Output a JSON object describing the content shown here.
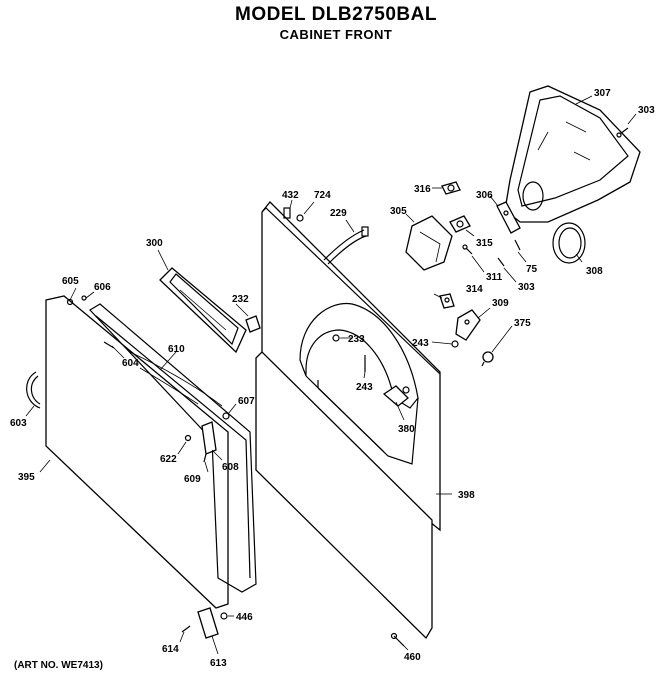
{
  "header": {
    "model": "MODEL DLB2750BAL",
    "subtitle": "CABINET FRONT"
  },
  "footer": {
    "art_no": "(ART NO. WE7413)"
  },
  "parts": {
    "p307": "307",
    "p303a": "303",
    "p316": "316",
    "p306": "306",
    "p305": "305",
    "p315": "315",
    "p75": "75",
    "p308": "308",
    "p311": "311",
    "p303b": "303",
    "p432": "432",
    "p724": "724",
    "p229": "229",
    "p300": "300",
    "p314": "314",
    "p309": "309",
    "p605": "605",
    "p606": "606",
    "p232": "232",
    "p375": "375",
    "p243a": "243",
    "p233": "233",
    "p604": "604",
    "p610": "610",
    "p243b": "243",
    "p607": "607",
    "p603": "603",
    "p380": "380",
    "p622": "622",
    "p608": "608",
    "p609": "609",
    "p395": "395",
    "p398": "398",
    "p446": "446",
    "p614": "614",
    "p613": "613",
    "p460": "460"
  }
}
